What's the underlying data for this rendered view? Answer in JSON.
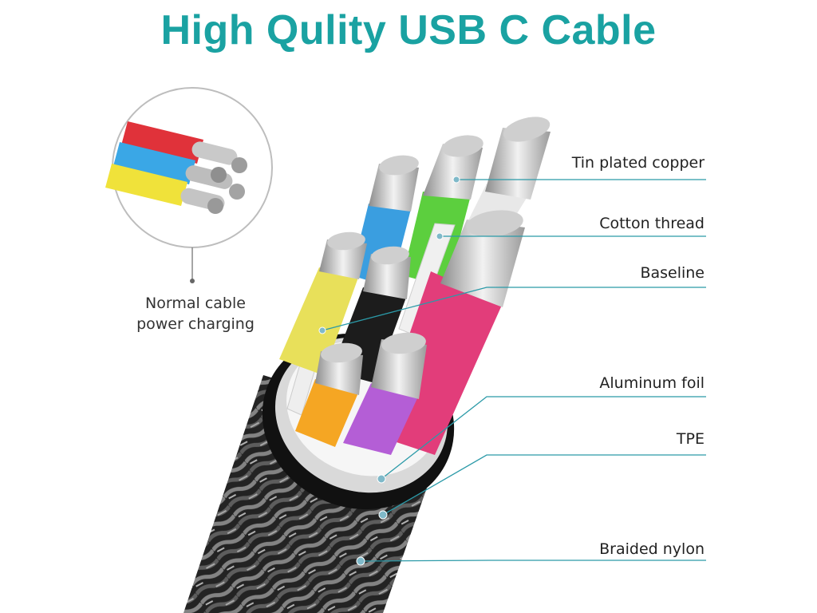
{
  "title": "High Qulity USB C Cable",
  "inset": {
    "label_line1": "Normal cable",
    "label_line2": "power charging"
  },
  "callouts": [
    {
      "label": "Tin plated copper"
    },
    {
      "label": "Cotton thread"
    },
    {
      "label": "Baseline"
    },
    {
      "label": "Aluminum foil"
    },
    {
      "label": "TPE"
    },
    {
      "label": "Braided nylon"
    }
  ],
  "colors": {
    "title": "#1aa2a2",
    "leader_line": "#2b9aa8",
    "wire_blue": "#3a9ee0",
    "wire_green": "#5ccf3e",
    "wire_white": "#e8e8e8",
    "wire_yellow": "#e8e05a",
    "wire_black": "#1c1c1c",
    "wire_pink": "#e23d7a",
    "wire_orange": "#f5a623",
    "wire_purple": "#b45ed6",
    "jacket": "#2a2a2a"
  }
}
